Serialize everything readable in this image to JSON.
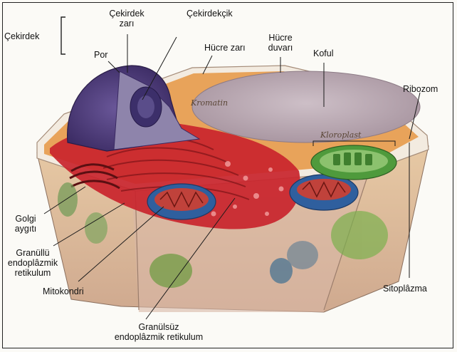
{
  "labels": {
    "nucleus": "Çekirdek",
    "nuclear_envelope": [
      "Çekirdek",
      "zarı"
    ],
    "nucleolus": "Çekirdekçik",
    "pore": "Por",
    "cell_membrane": "Hücre zarı",
    "cell_wall": [
      "Hücre",
      "duvarı"
    ],
    "vacuole": "Koful",
    "chromatin": "Kromatin",
    "ribosome": "Ribozom",
    "chloroplast": "Kloroplast",
    "golgi": [
      "Golgi",
      "aygıtı"
    ],
    "rough_er": [
      "Granüllü",
      "endoplâzmik",
      "retikulum"
    ],
    "mitochondrion": "Mitokondri",
    "cytoplasm": "Sitoplâzma",
    "smooth_er": [
      "Granülsüz",
      "endoplâzmik retikulum"
    ]
  },
  "colors": {
    "nucleus": "#4b3a78",
    "vacuole": "#b9a9b4",
    "er": "#c9242c",
    "cytoplasm": "#e8a35a",
    "chloroplast": "#4f9a3c",
    "mitochondrion": "#2f5f9e",
    "wall": "#f1e8dc"
  }
}
